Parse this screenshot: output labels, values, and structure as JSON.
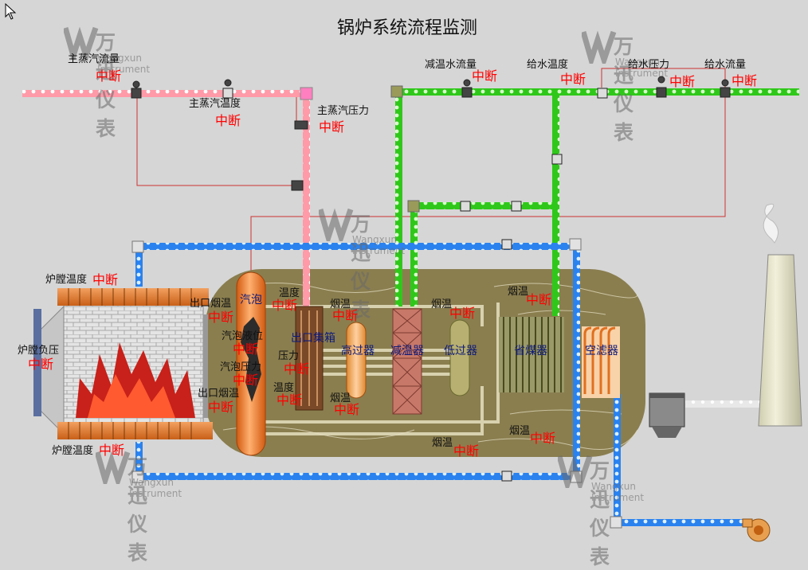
{
  "title": "锅炉系统流程监测",
  "colors": {
    "background": "#d6d6d6",
    "steam_pipe": "#ff9aa8",
    "water_pipe": "#2fc81a",
    "air_pipe": "#2a82ee",
    "furnace_body": "#8a7e4f",
    "value_text": "#ff0000",
    "equipment_text": "#0d1a7a"
  },
  "watermark": {
    "cn": "万迅仪表",
    "en": "Wangxun Instrument"
  },
  "labels": {
    "main_steam_flow": "主蒸汽流量",
    "main_steam_temp": "主蒸汽温度",
    "main_steam_pressure": "主蒸汽压力",
    "desuper_water_flow": "减温水流量",
    "feed_water_temp": "给水温度",
    "feed_water_pressure": "给水压力",
    "feed_water_flow": "给水流量",
    "furnace_temp_top": "炉膛温度",
    "furnace_pressure": "炉膛负压",
    "furnace_temp_bottom": "炉膛温度",
    "outlet_flue_top": "出口烟温",
    "drum_level": "汽泡液位",
    "drum_pressure": "汽泡压力",
    "outlet_flue_bottom": "出口烟温",
    "header_temp": "温度",
    "header_pressure": "压力",
    "header_temp2": "温度",
    "flue_hs_top": "烟温",
    "flue_hs_bottom": "烟温",
    "flue_ds_top": "烟温",
    "flue_econ_top": "烟温",
    "flue_econ_bottom": "烟温",
    "flue_bottom": "烟温"
  },
  "status_text": "中断",
  "equipment": {
    "drum": "汽泡",
    "outlet_header": "出口集箱",
    "high_superheater": "高过器",
    "desuperheater": "减温器",
    "low_superheater": "低过器",
    "economizer": "省煤器",
    "air_preheater": "空滤器"
  }
}
